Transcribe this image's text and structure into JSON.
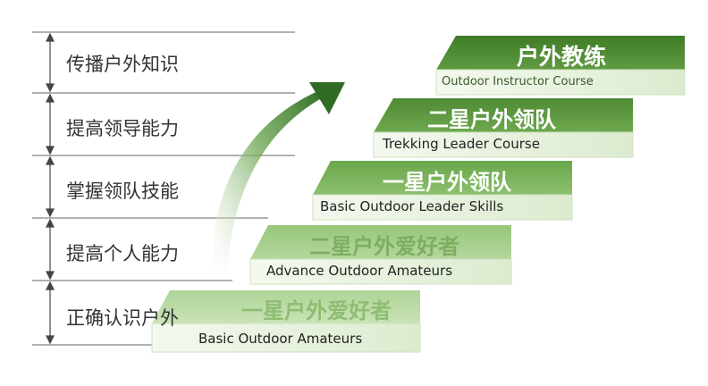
{
  "levels": [
    {
      "label": "传播户外知识"
    },
    {
      "label": "提高领导能力"
    },
    {
      "label": "掌握领队技能"
    },
    {
      "label": "提高个人能力"
    },
    {
      "label": "正确认识户外"
    }
  ],
  "steps": [
    {
      "title": "户外教练",
      "subtitle": "Outdoor Instructor Course"
    },
    {
      "title": "二星户外领队",
      "subtitle": "Trekking Leader Course"
    },
    {
      "title": "一星户外领队",
      "subtitle": "Basic Outdoor Leader Skills"
    },
    {
      "title": "二星户外爱好者",
      "subtitle": "Advance Outdoor Amateurs"
    },
    {
      "title": "一星户外爱好者",
      "subtitle": "Basic Outdoor Amateurs"
    }
  ],
  "colors": {
    "step_top_1": "#4e8f32",
    "step_top_2": "#5f9e3f",
    "step_top_3": "#7bb35a",
    "step_top_4": "#a2cb86",
    "step_top_5": "#bcdaa5",
    "riser": "#e9f2e1",
    "arrow": "#2f6b24",
    "line": "#555555"
  },
  "icons": {
    "progress_arrow": "curved-up-arrow-icon",
    "bracket_arrows": "double-ended-vertical-arrow-icon"
  }
}
